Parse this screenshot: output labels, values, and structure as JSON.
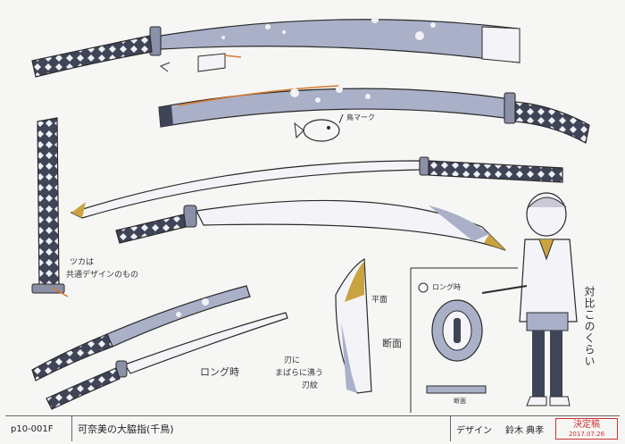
{
  "notes": {
    "bird_mark": "鳥マーク",
    "handle_note_line1": "ツカは",
    "handle_note_line2": "共通デザインのもの",
    "long_time_1": "ロング時",
    "long_time_2": "ロング時",
    "blade_note_line1": "刃に",
    "blade_note_line2": "まばらに沸う",
    "blade_note_line3": "刃紋",
    "flat_face": "平面",
    "cross_section": "断面",
    "cross_section_2": "断面",
    "scale_compare": "対比このくらい"
  },
  "footer": {
    "code": "p10-001F",
    "title": "可奈美の大脇指(千鳥)",
    "role_label": "デザイン",
    "designer": "鈴木 典孝",
    "stamp_label": "決定稿",
    "stamp_date": "2017.07.26"
  },
  "colors": {
    "blade_gray": "#a9b0c8",
    "wrap_dark": "#3f4457",
    "accent_gold": "#c9a33f",
    "accent_orange": "#d9782c",
    "line": "#2a2a2a",
    "stamp_red": "#cc3333"
  }
}
